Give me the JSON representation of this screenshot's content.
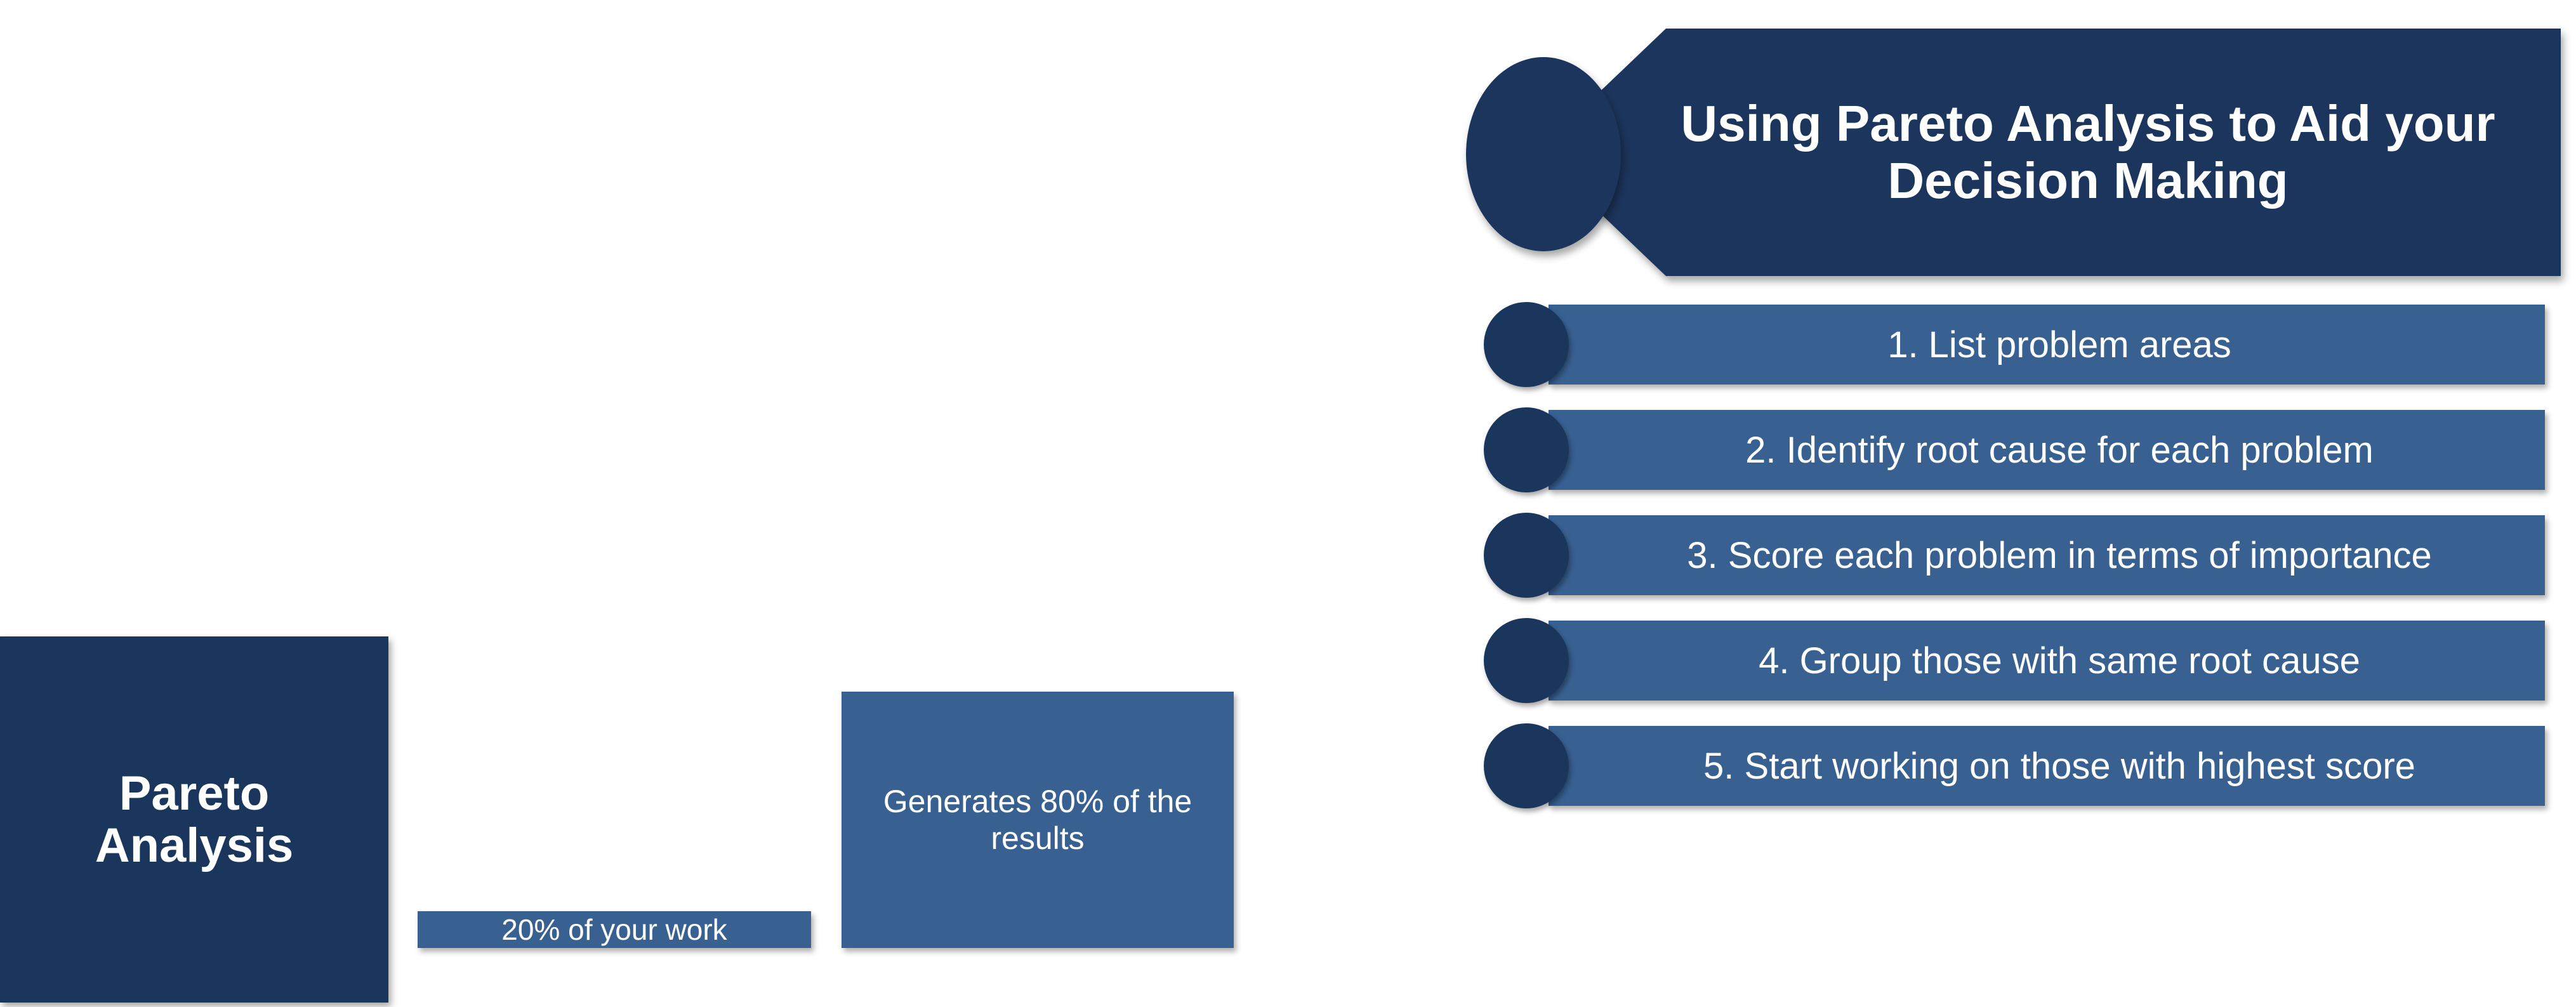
{
  "colors": {
    "dark_navy": "#1a365d",
    "medium_blue": "#386192",
    "text": "#ffffff",
    "background": "#ffffff"
  },
  "pareto": {
    "title": "Pareto Analysis",
    "work_label": "20% of your work",
    "results_label": "Generates 80% of the results"
  },
  "header": {
    "title": "Using Pareto Analysis to Aid your Decision Making"
  },
  "steps": [
    {
      "label": "1. List problem areas"
    },
    {
      "label": "2. Identify root cause for each problem"
    },
    {
      "label": "3. Score each problem in terms of importance"
    },
    {
      "label": "4. Group those with same root cause"
    },
    {
      "label": "5. Start working on those with highest score"
    }
  ]
}
